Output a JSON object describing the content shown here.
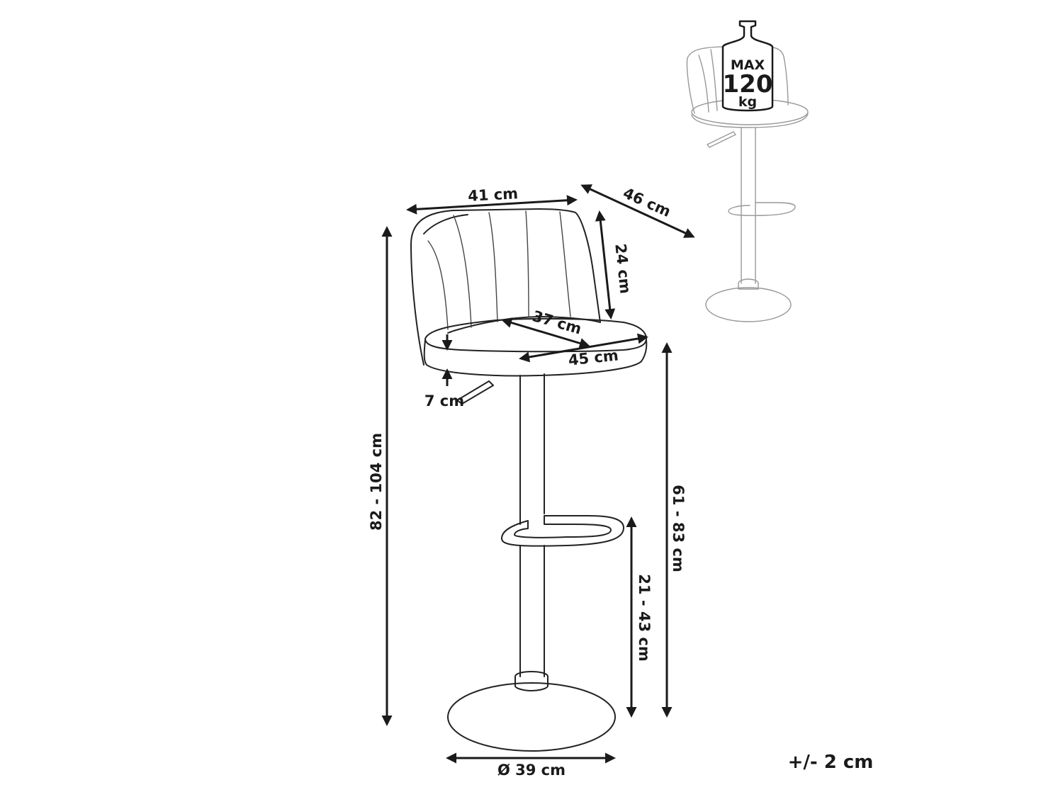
{
  "diagram": {
    "colors": {
      "line": "#1a1a1a",
      "sketch": "#888888",
      "background": "#ffffff"
    },
    "dimensions": {
      "backrest_width": "41 cm",
      "seat_depth_overall": "46 cm",
      "backrest_height": "24 cm",
      "seat_depth": "37 cm",
      "seat_width": "45 cm",
      "seat_thickness": "7 cm",
      "total_height": "82 - 104 cm",
      "seat_height": "61 - 83 cm",
      "footrest_height": "21 - 43 cm",
      "base_diameter": "Ø 39 cm"
    },
    "max_load": {
      "label": "MAX",
      "value": "120",
      "unit": "kg"
    },
    "tolerance": "+/- 2 cm"
  }
}
